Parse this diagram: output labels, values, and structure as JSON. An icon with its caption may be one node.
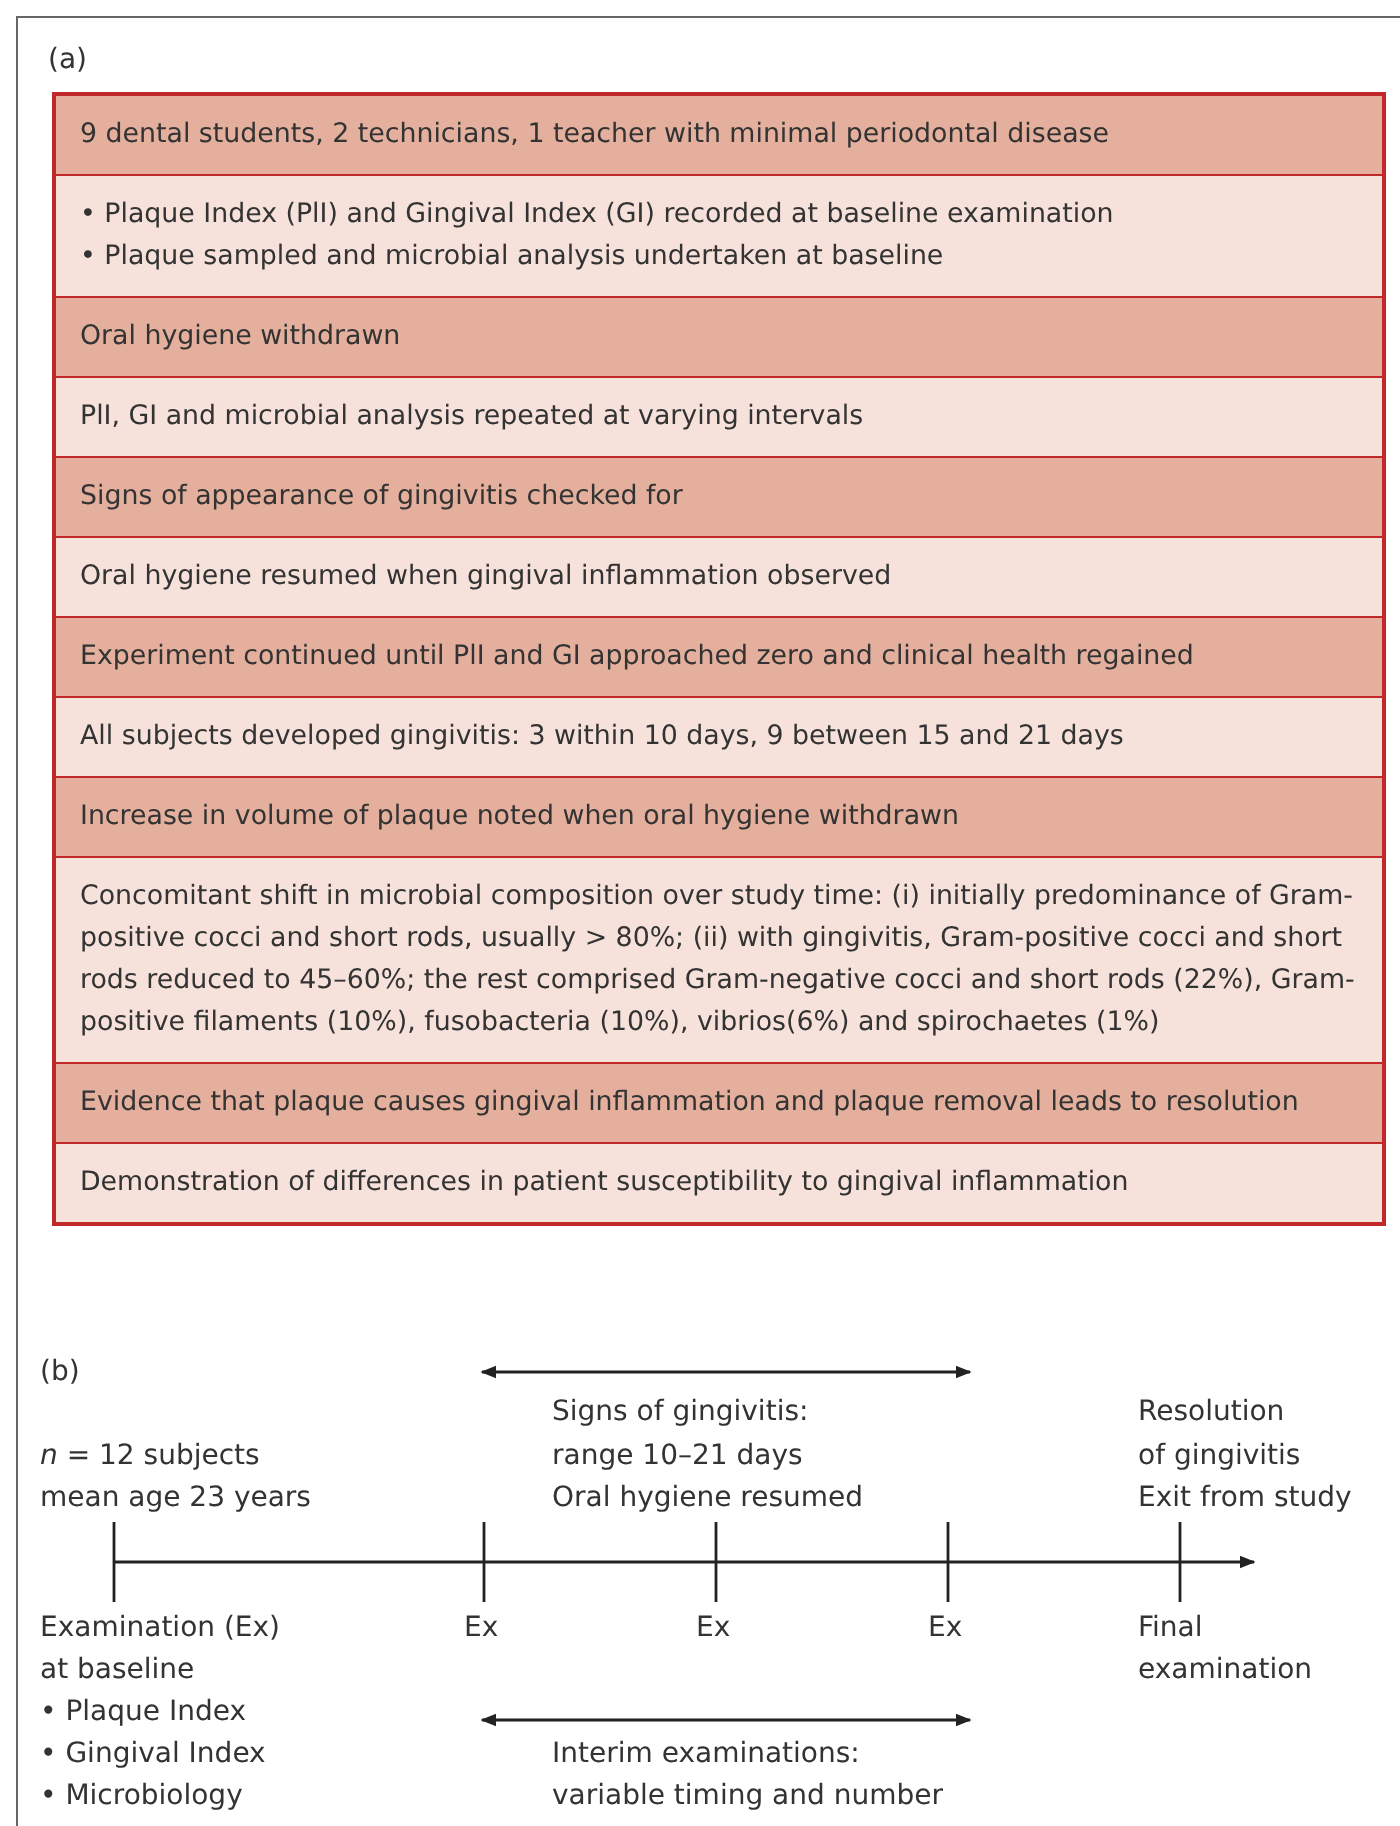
{
  "diagram": {
    "nodes": [
      {
        "text": [
          "9 dental students, 2 technicians, 1 teacher with minimal periodontal disease"
        ]
      },
      {
        "text": [
          "• Plaque Index (PlI) and Gingival Index (GI) recorded at baseline examination",
          "• Plaque sampled and microbial analysis undertaken at baseline"
        ]
      },
      {
        "text": [
          "Oral hygiene withdrawn"
        ]
      },
      {
        "text": [
          "PlI, GI and microbial analysis repeated at varying intervals"
        ]
      },
      {
        "text": [
          "Signs of appearance of gingivitis checked for"
        ]
      },
      {
        "text": [
          "Oral hygiene resumed when gingival inflammation observed"
        ]
      },
      {
        "text": [
          "Experiment continued until PlI and GI approached zero and clinical health regained"
        ]
      },
      {
        "text": [
          "All subjects developed gingivitis: 3 within 10 days, 9 between 15 and 21 days"
        ]
      },
      {
        "text": [
          "Increase in volume of plaque noted when oral hygiene withdrawn"
        ]
      },
      {
        "text": [
          "Concomitant shift in microbial composition over study time: (i) initially predominance of Gram-positive cocci and short rods, usually > 80%; (ii) with gingivitis, Gram-positive cocci and short rods reduced to 45–60%; the rest comprised Gram-negative cocci and short rods (22%), Gram-positive filaments (10%), fusobacteria (10%), vibrios(6%) and spirochaetes (1%)"
        ]
      },
      {
        "text": [
          "Evidence that plaque causes gingival inflammation and plaque removal leads to resolution"
        ]
      },
      {
        "text": [
          "Demonstration of differences in patient susceptibility to gingival inflammation"
        ]
      }
    ],
    "edges": [],
    "labels": [
      "(a)",
      "(b)",
      "Signs of gingivitis:",
      "*n* = 12 subjects",
      "range 10–21 days",
      "Resolution",
      "of gingivitis",
      "mean age 23 years",
      "Oral hygiene resumed",
      "Exit from study",
      "Examination (Ex)",
      "Ex",
      "Ex",
      "Ex",
      "Final",
      "at baseline",
      "examination",
      "• Plaque Index",
      "• Gingival Index",
      "• Microbiology",
      "Interim examinations:",
      "variable timing and number"
    ]
  }
}
